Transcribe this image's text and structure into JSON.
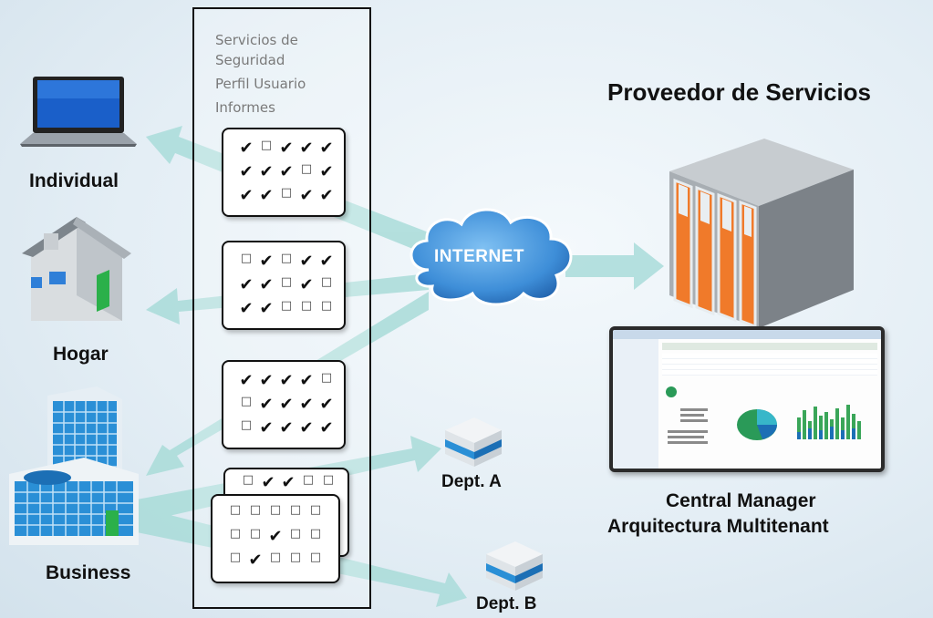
{
  "title": "Proveedor de Servicios",
  "panel": {
    "lines": [
      "Servicios de",
      "Seguridad",
      "Perfil Usuario",
      "Informes"
    ]
  },
  "clients": {
    "individual": "Individual",
    "hogar": "Hogar",
    "business": "Business"
  },
  "departments": {
    "a": "Dept. A",
    "b": "Dept. B"
  },
  "cloud_label": "INTERNET",
  "central": {
    "line1": "Central Manager",
    "line2": "Arquitectura Multitenant"
  },
  "card_grids": [
    [
      [
        1,
        0,
        1,
        1,
        1
      ],
      [
        1,
        1,
        1,
        0,
        1
      ],
      [
        1,
        1,
        0,
        1,
        1
      ]
    ],
    [
      [
        0,
        1,
        0,
        1,
        1
      ],
      [
        1,
        1,
        0,
        1,
        0
      ],
      [
        1,
        1,
        0,
        0,
        0
      ]
    ],
    [
      [
        1,
        1,
        1,
        1,
        0
      ],
      [
        0,
        1,
        1,
        1,
        1
      ],
      [
        0,
        1,
        1,
        1,
        1
      ]
    ],
    [
      [
        0,
        1,
        1,
        0,
        0
      ]
    ],
    [
      [
        0,
        0,
        0,
        0,
        0
      ],
      [
        0,
        0,
        1,
        0,
        0
      ],
      [
        0,
        1,
        0,
        0,
        0
      ]
    ]
  ],
  "colors": {
    "arrow": "#a9dcd9",
    "cloud": "#3e8ed8",
    "server_orange": "#f07a2a",
    "building_blue": "#2a8fd6"
  },
  "icons": [
    "laptop-icon",
    "house-icon",
    "office-building-icon",
    "department-a-icon",
    "department-b-icon",
    "cloud-icon",
    "server-rack-icon",
    "dashboard-screen-icon"
  ]
}
